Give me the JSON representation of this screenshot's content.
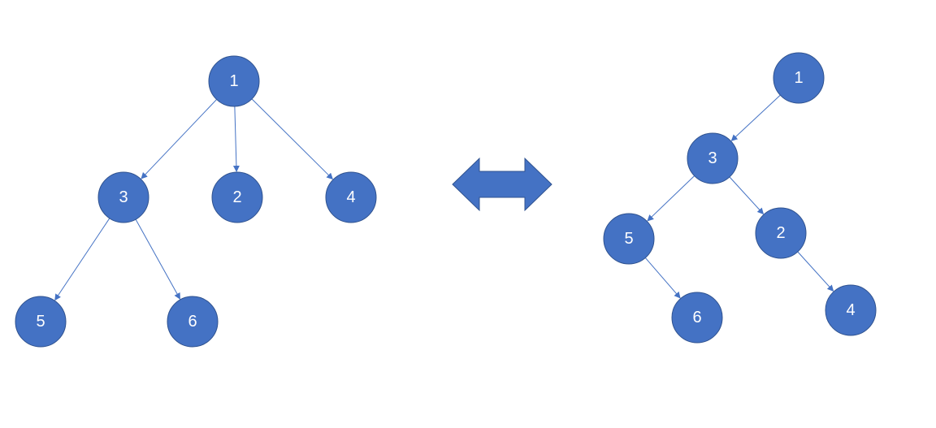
{
  "colors": {
    "node_fill": "#4472C4",
    "node_stroke": "#2F528F",
    "edge": "#4472C4",
    "node_text": "#FFFFFF"
  },
  "general_tree": {
    "nodes": [
      "1",
      "3",
      "2",
      "4",
      "5",
      "6"
    ],
    "edges": [
      [
        "1",
        "3"
      ],
      [
        "1",
        "2"
      ],
      [
        "1",
        "4"
      ],
      [
        "3",
        "5"
      ],
      [
        "3",
        "6"
      ]
    ]
  },
  "binary_tree": {
    "nodes": [
      "1",
      "3",
      "5",
      "2",
      "6",
      "4"
    ],
    "edges": [
      [
        "1",
        "3"
      ],
      [
        "3",
        "5"
      ],
      [
        "3",
        "2"
      ],
      [
        "5",
        "6"
      ],
      [
        "2",
        "4"
      ]
    ]
  },
  "separator": {
    "icon": "double-arrow-icon"
  }
}
